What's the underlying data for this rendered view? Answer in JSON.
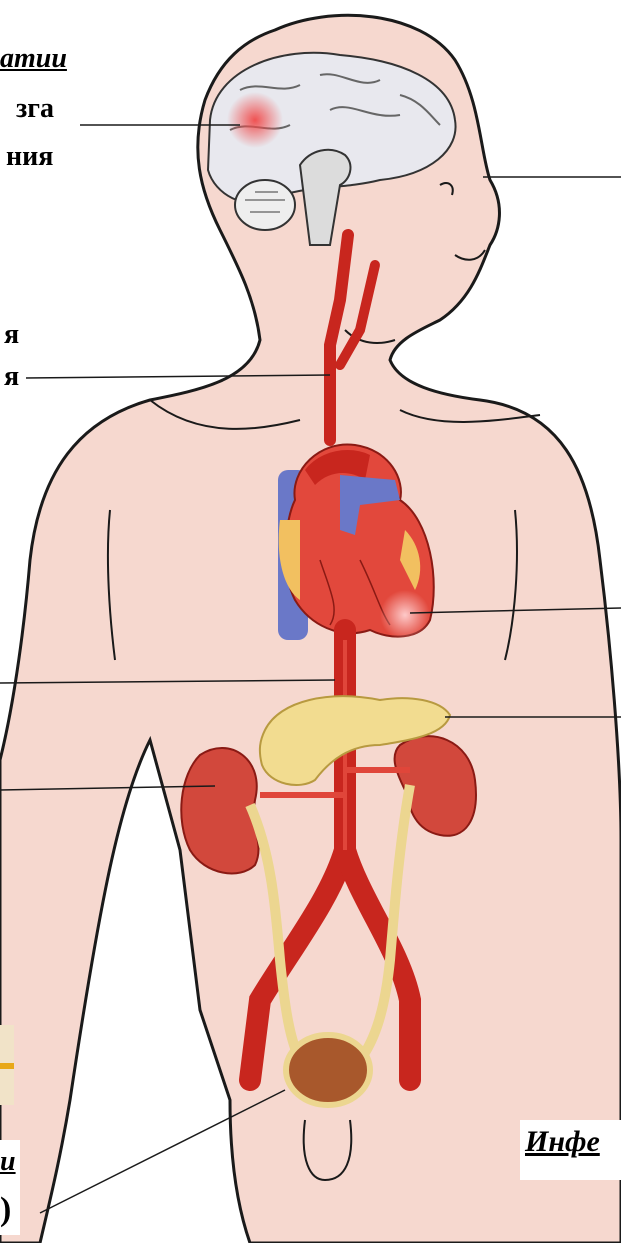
{
  "labels": {
    "left_top_heading": "атии",
    "left_top_line2": "зга",
    "left_top_line3": "ния",
    "left_mid_line1": "я",
    "left_mid_line2": "я",
    "right_bottom_heading": "Инфе",
    "left_bottom_heading": "и",
    "left_bottom_line2": ")"
  },
  "colors": {
    "skin": "#f6d8cf",
    "outline": "#1a1a1a",
    "artery": "#c8261e",
    "artery_light": "#e0463a",
    "heart": "#e2483c",
    "vein": "#6a78c8",
    "kidney": "#d2483c",
    "pancreas": "#f2dc90",
    "ureter": "#ecd690",
    "bladder": "#a8582c",
    "brain": "#e8e8ee",
    "lesion": "#f06060"
  },
  "icons": {
    "figure": "human-body-organs-illustration"
  }
}
